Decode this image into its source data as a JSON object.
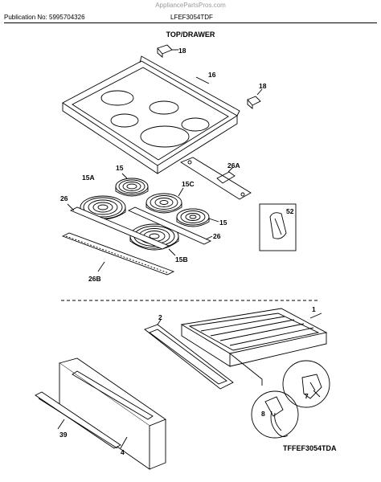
{
  "header": {
    "watermark": "AppliancePartsPros.com",
    "publication": "Publication No: 5995704326",
    "model": "LFEF3054TDF",
    "section_title": "TOP/DRAWER"
  },
  "callouts": {
    "c18a": "18",
    "c16": "16",
    "c18b": "18",
    "c15a_top": "15",
    "c26a": "26A",
    "c15A": "15A",
    "c15C": "15C",
    "c52": "52",
    "c26_left": "26",
    "c15_right": "15",
    "c26_right": "26",
    "c15B": "15B",
    "c26B": "26B",
    "c1": "1",
    "c2": "2",
    "c7": "7",
    "c8": "8",
    "c39": "39",
    "c4": "4"
  },
  "footer": {
    "diagram_code": "TFFEF3054TDA"
  }
}
